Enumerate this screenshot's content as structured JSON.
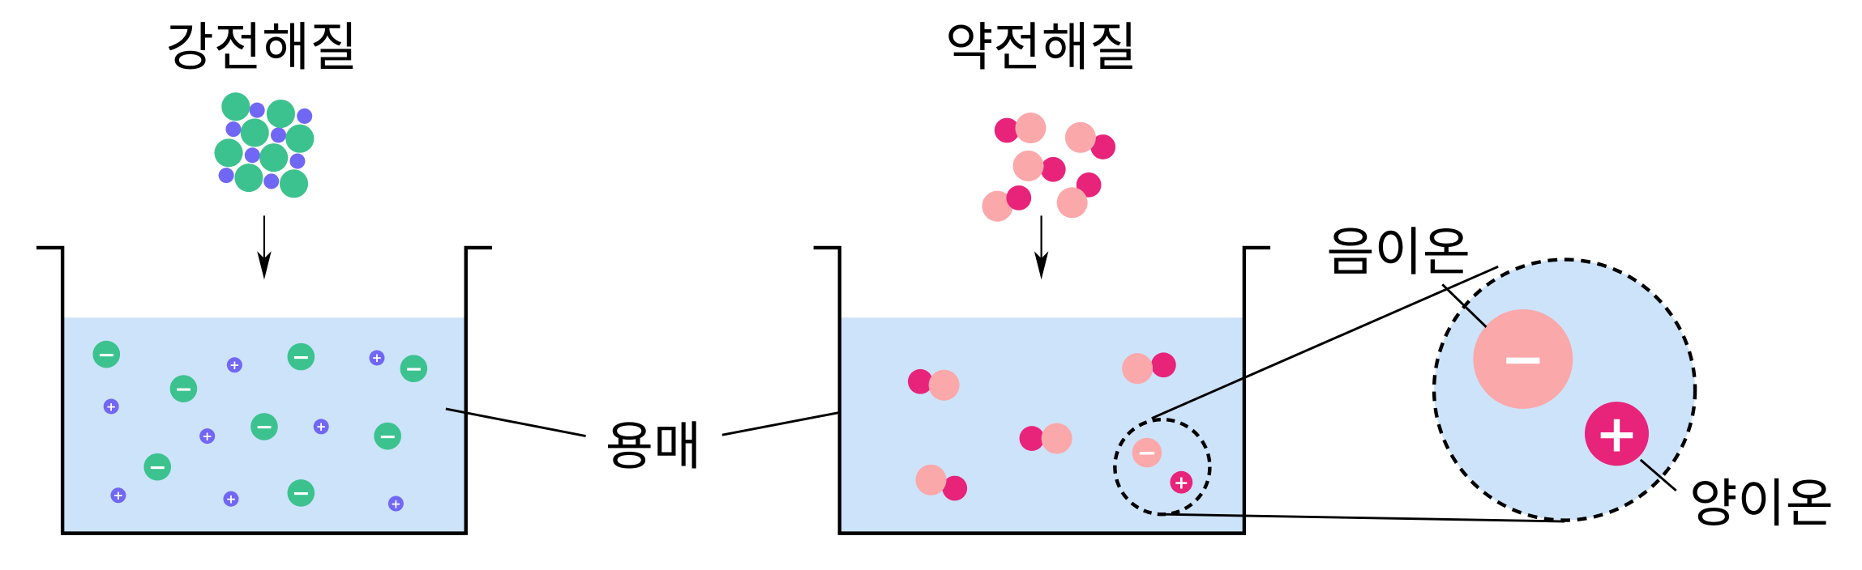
{
  "strong_electrolyte": {
    "title": "강전해질"
  },
  "weak_electrolyte": {
    "title": "약전해질"
  },
  "labels": {
    "solvent": "용매",
    "anion": "음이온",
    "cation": "양이온"
  },
  "signs": {
    "plus": "+",
    "minus": "−"
  },
  "colors": {
    "water": "#cde3fa",
    "strong_anion": "#3cc28f",
    "strong_cation": "#7167f5",
    "weak_anion": "#fba8aa",
    "weak_cation": "#e8237a"
  }
}
